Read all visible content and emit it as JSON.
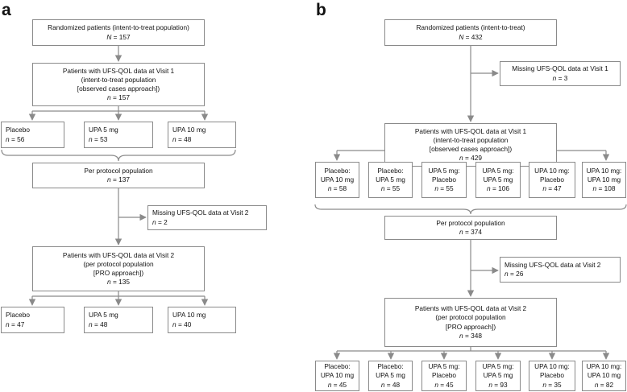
{
  "panel_a": {
    "label": "a",
    "randomized": {
      "title": "Randomized patients (intent-to-treat population)",
      "n_prefix": "N",
      "n_value": "= 157"
    },
    "visit1": {
      "lines": [
        "Patients with UFS-QOL data at Visit 1",
        "(intent-to-treat population",
        "[observed cases approach])"
      ],
      "n_prefix": "n",
      "n_value": "= 157"
    },
    "arms_visit1": [
      {
        "lines": [
          "Placebo"
        ],
        "n_prefix": "n",
        "n_value": "= 56"
      },
      {
        "lines": [
          "UPA 5 mg"
        ],
        "n_prefix": "n",
        "n_value": "= 53"
      },
      {
        "lines": [
          "UPA 10 mg"
        ],
        "n_prefix": "n",
        "n_value": "= 48"
      }
    ],
    "per_protocol": {
      "title": "Per protocol population",
      "n_prefix": "n",
      "n_value": "= 137"
    },
    "missing": {
      "title": "Missing UFS-QOL data at Visit 2",
      "n_prefix": "n",
      "n_value": "= 2"
    },
    "visit2": {
      "lines": [
        "Patients with UFS-QOL data at Visit 2",
        "(per protocol population",
        "[PRO approach])"
      ],
      "n_prefix": "n",
      "n_value": "= 135"
    },
    "arms_visit2": [
      {
        "lines": [
          "Placebo"
        ],
        "n_prefix": "n",
        "n_value": "= 47"
      },
      {
        "lines": [
          "UPA 5 mg"
        ],
        "n_prefix": "n",
        "n_value": "= 48"
      },
      {
        "lines": [
          "UPA 10 mg"
        ],
        "n_prefix": "n",
        "n_value": "= 40"
      }
    ]
  },
  "panel_b": {
    "label": "b",
    "randomized": {
      "title": "Randomized patients (intent-to-treat)",
      "n_prefix": "N",
      "n_value": "= 432"
    },
    "missing_visit1": {
      "title": "Missing UFS-QOL data at Visit 1",
      "n_prefix": "n",
      "n_value": "= 3"
    },
    "visit1": {
      "lines": [
        "Patients with UFS-QOL data at Visit 1",
        "(intent-to-treat population",
        "[observed cases approach])"
      ],
      "n_prefix": "n",
      "n_value": "= 429"
    },
    "arms_visit1": [
      {
        "lines": [
          "Placebo:",
          "UPA 10 mg"
        ],
        "n_prefix": "n",
        "n_value": "= 58"
      },
      {
        "lines": [
          "Placebo:",
          "UPA 5 mg"
        ],
        "n_prefix": "n",
        "n_value": "= 55"
      },
      {
        "lines": [
          "UPA 5 mg:",
          "Placebo"
        ],
        "n_prefix": "n",
        "n_value": "= 55"
      },
      {
        "lines": [
          "UPA 5 mg:",
          "UPA 5 mg"
        ],
        "n_prefix": "n",
        "n_value": "= 106"
      },
      {
        "lines": [
          "UPA 10 mg:",
          "Placebo"
        ],
        "n_prefix": "n",
        "n_value": "= 47"
      },
      {
        "lines": [
          "UPA 10 mg:",
          "UPA 10 mg"
        ],
        "n_prefix": "n",
        "n_value": "= 108"
      }
    ],
    "per_protocol": {
      "title": "Per protocol population",
      "n_prefix": "n",
      "n_value": "= 374"
    },
    "missing_visit2": {
      "title": "Missing UFS-QOL data at Visit 2",
      "n_prefix": "n",
      "n_value": "= 26"
    },
    "visit2": {
      "lines": [
        "Patients with UFS-QOL data at Visit 2",
        "(per protocol population",
        "[PRO approach])"
      ],
      "n_prefix": "n",
      "n_value": "= 348"
    },
    "arms_visit2": [
      {
        "lines": [
          "Placebo:",
          "UPA 10 mg"
        ],
        "n_prefix": "n",
        "n_value": "= 45"
      },
      {
        "lines": [
          "Placebo:",
          "UPA 5 mg"
        ],
        "n_prefix": "n",
        "n_value": "= 48"
      },
      {
        "lines": [
          "UPA 5 mg:",
          "Placebo"
        ],
        "n_prefix": "n",
        "n_value": "= 45"
      },
      {
        "lines": [
          "UPA 5 mg:",
          "UPA 5 mg"
        ],
        "n_prefix": "n",
        "n_value": "= 93"
      },
      {
        "lines": [
          "UPA 10 mg:",
          "Placebo"
        ],
        "n_prefix": "n",
        "n_value": "= 35"
      },
      {
        "lines": [
          "UPA 10 mg:",
          "UPA 10 mg"
        ],
        "n_prefix": "n",
        "n_value": "= 82"
      }
    ]
  },
  "colors": {
    "arrow": "#8a8a8a",
    "box_border": "#8a8a8a",
    "text": "#111111"
  }
}
